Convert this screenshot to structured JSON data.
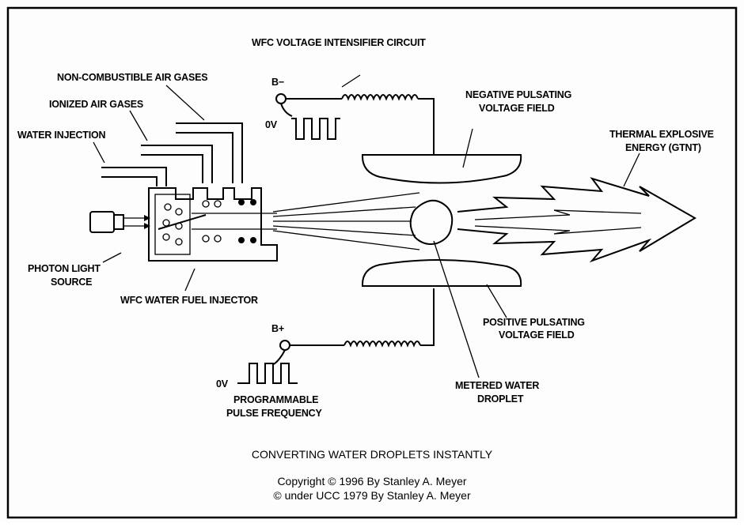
{
  "labels": {
    "circuit": "WFC VOLTAGE INTENSIFIER CIRCUIT",
    "b_minus": "B−",
    "zero_v_top": "0V",
    "neg_field_1": "NEGATIVE PULSATING",
    "neg_field_2": "VOLTAGE FIELD",
    "thermal_1": "THERMAL EXPLOSIVE",
    "thermal_2": "ENERGY (GTNT)",
    "non_combustible": "NON-COMBUSTIBLE AIR GASES",
    "ionized": "IONIZED AIR GASES",
    "water_injection": "WATER INJECTION",
    "photon_1": "PHOTON LIGHT",
    "photon_2": "SOURCE",
    "injector": "WFC WATER FUEL INJECTOR",
    "pos_field_1": "POSITIVE PULSATING",
    "pos_field_2": "VOLTAGE FIELD",
    "b_plus": "B+",
    "zero_v_bottom": "0V",
    "programmable_1": "PROGRAMMABLE",
    "programmable_2": "PULSE FREQUENCY",
    "metered_1": "METERED WATER",
    "metered_2": "DROPLET"
  },
  "caption": {
    "title": "CONVERTING WATER DROPLETS INSTANTLY",
    "copyright_1": "Copyright © 1996 By Stanley A. Meyer",
    "copyright_2": "© under UCC 1979 By Stanley A. Meyer"
  }
}
